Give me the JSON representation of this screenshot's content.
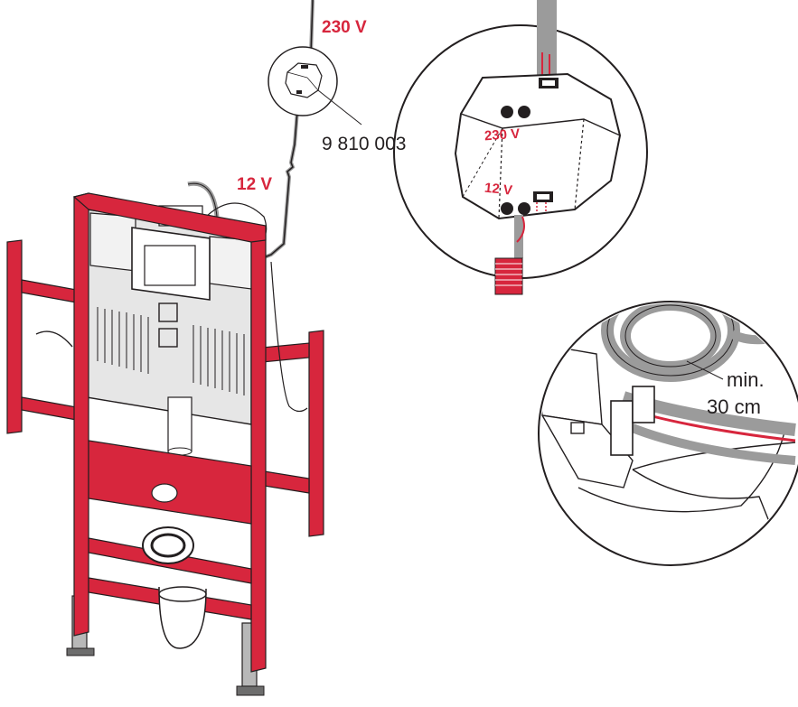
{
  "colors": {
    "frame_red": "#d7263d",
    "outline": "#231f20",
    "cable_grey": "#9b9b9b",
    "cistern_grey": "#e6e6e6",
    "leg_grey": "#b8b8b8"
  },
  "labels": {
    "mains_voltage": "230 V",
    "low_voltage": "12 V",
    "article_number": "9 810 003",
    "box_mains_voltage": "230 V",
    "box_low_voltage": "12 V",
    "min_length_line1": "min.",
    "min_length_line2": "30 cm"
  },
  "icons": [
    "installation-frame-icon",
    "power-supply-box-icon",
    "cable-coil-icon",
    "cable-clip-icon"
  ]
}
